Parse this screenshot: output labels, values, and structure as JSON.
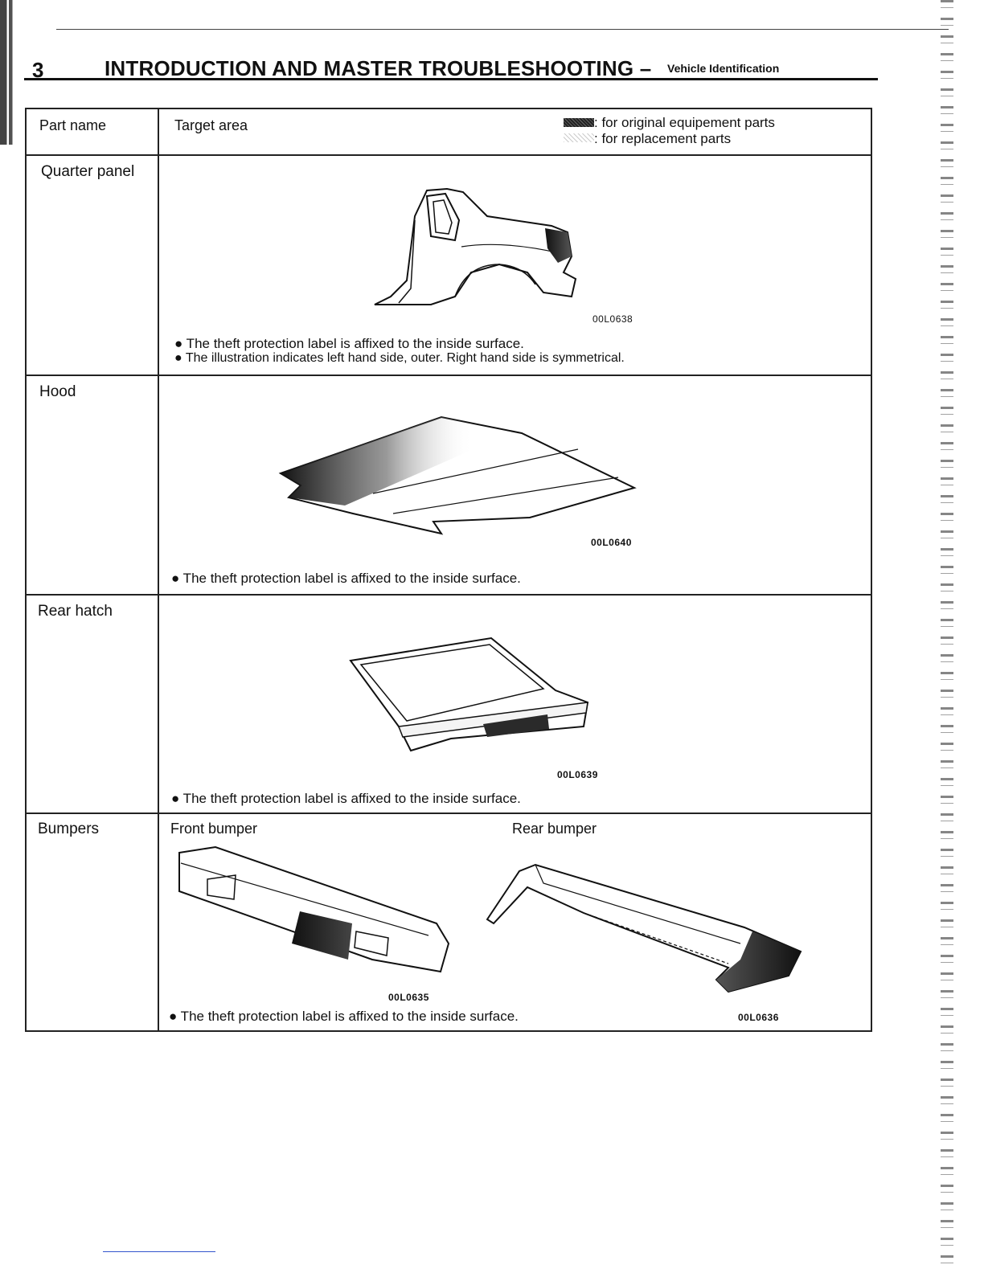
{
  "header": {
    "page_number": "3",
    "title": "INTRODUCTION AND MASTER TROUBLESHOOTING",
    "separator": "–",
    "subtitle": "Vehicle Identification"
  },
  "table": {
    "col_part_name": "Part name",
    "col_target_area": "Target area",
    "legend": {
      "original": ": for original equipement parts",
      "replacement": ": for replacement parts"
    },
    "rows": [
      {
        "part": "Quarter panel",
        "code": "00L0638",
        "notes": [
          "● The theft protection label is affixed to the inside surface.",
          "● The illustration indicates left hand side, outer. Right hand side is symmetrical."
        ]
      },
      {
        "part": "Hood",
        "code": "00L0640",
        "notes": [
          "● The theft protection label is affixed to the inside surface."
        ]
      },
      {
        "part": "Rear hatch",
        "code": "00L0639",
        "notes": [
          "● The theft protection label is affixed to the inside surface."
        ]
      },
      {
        "part": "Bumpers",
        "front_label": "Front bumper",
        "rear_label": "Rear bumper",
        "code_front": "00L0635",
        "code_rear": "00L0636",
        "notes": [
          "● The theft protection label is affixed to the inside surface."
        ]
      }
    ]
  },
  "colors": {
    "ink": "#111111",
    "shade_original": "#2a2a2a",
    "shade_replacement": "#bdbdbd"
  }
}
